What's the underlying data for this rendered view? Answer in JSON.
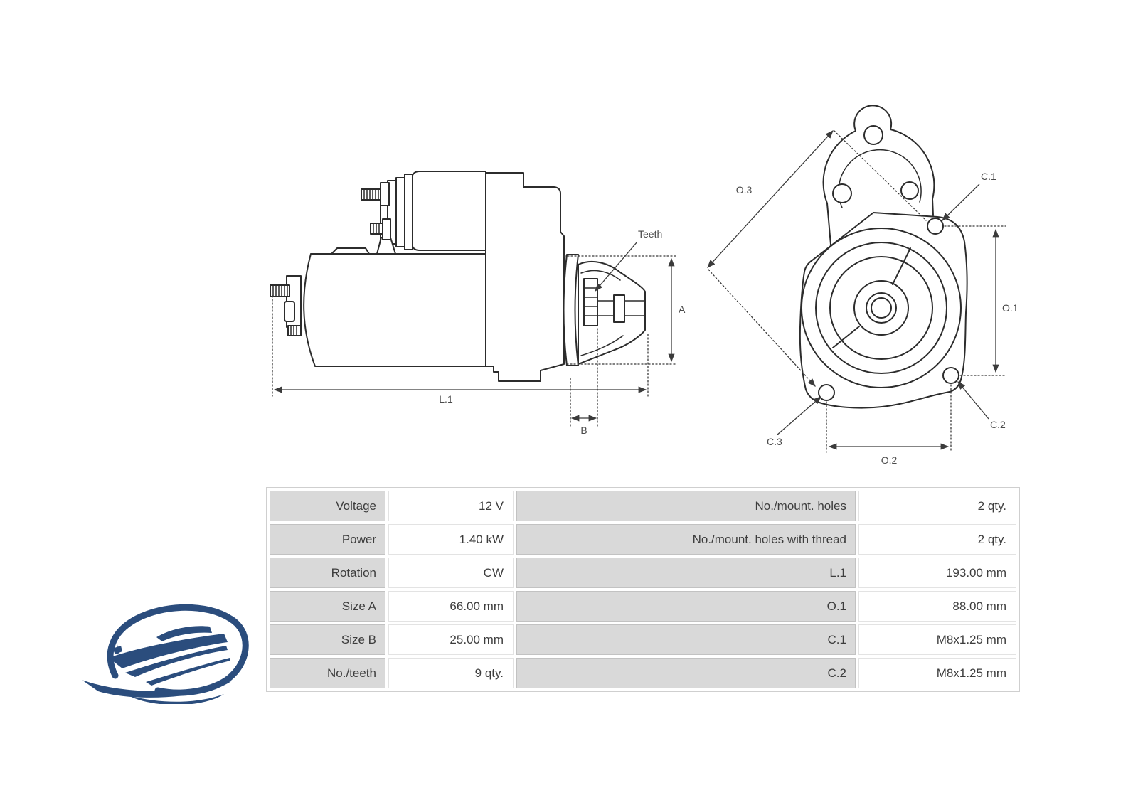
{
  "drawings": {
    "side_view": {
      "labels": {
        "teeth": "Teeth",
        "a": "A",
        "b": "B",
        "l1": "L.1"
      }
    },
    "front_view": {
      "labels": {
        "o1": "O.1",
        "o2": "O.2",
        "o3": "O.3",
        "c1": "C.1",
        "c2": "C.2",
        "c3": "C.3"
      }
    }
  },
  "spec_table": {
    "rows": [
      {
        "label1": "Voltage",
        "value1": "12 V",
        "label2": "No./mount. holes",
        "value2": "2 qty."
      },
      {
        "label1": "Power",
        "value1": "1.40 kW",
        "label2": "No./mount. holes with thread",
        "value2": "2 qty."
      },
      {
        "label1": "Rotation",
        "value1": "CW",
        "label2": "L.1",
        "value2": "193.00 mm"
      },
      {
        "label1": "Size A",
        "value1": "66.00 mm",
        "label2": "O.1",
        "value2": "88.00 mm"
      },
      {
        "label1": "Size B",
        "value1": "25.00 mm",
        "label2": "C.1",
        "value2": "M8x1.25 mm"
      },
      {
        "label1": "No./teeth",
        "value1": "9 qty.",
        "label2": "C.2",
        "value2": "M8x1.25 mm"
      }
    ]
  },
  "logo": {
    "name": "boat logo"
  },
  "colors": {
    "line": "#2c2c2c",
    "dimension": "#3b3b3b",
    "table_label_bg": "#d9d9d9",
    "table_border": "#c2c2c2",
    "text": "#3d3d3d",
    "logo_navy": "#2b4d7d"
  }
}
